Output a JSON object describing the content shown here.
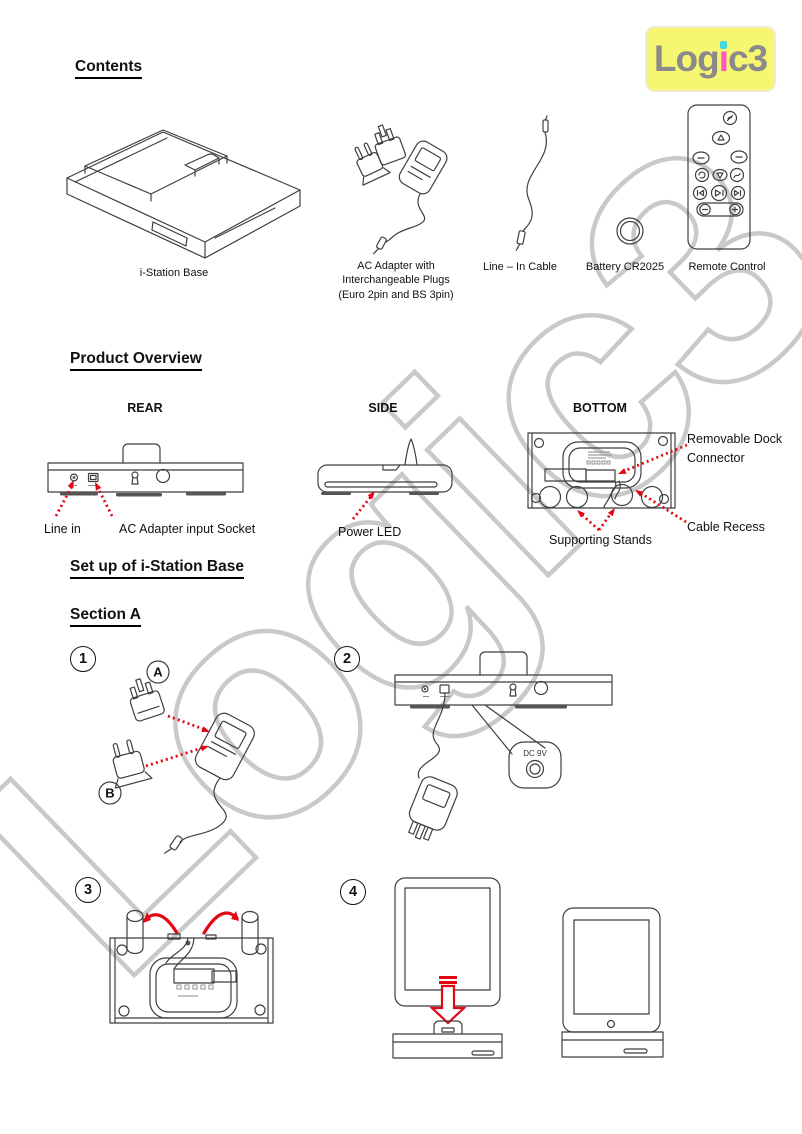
{
  "logo": {
    "part1": "Log",
    "part2": "i",
    "part3": "c3"
  },
  "watermark": {
    "text": "Logic3"
  },
  "headings": {
    "contents": "Contents",
    "product_overview": "Product Overview",
    "setup": "Set up of i-Station Base",
    "section_a": "Section A"
  },
  "contents_items": [
    {
      "caption": "i-Station Base"
    },
    {
      "caption": "AC Adapter with\nInterchangeable Plugs\n(Euro 2pin and BS 3pin)"
    },
    {
      "caption": "Line – In Cable"
    },
    {
      "caption": "Battery CR2025"
    },
    {
      "caption": "Remote Control"
    }
  ],
  "overview": {
    "views": [
      {
        "label": "REAR"
      },
      {
        "label": "SIDE"
      },
      {
        "label": "BOTTOM"
      }
    ],
    "callouts": {
      "line_in": "Line in",
      "ac_input": "AC Adapter input Socket",
      "power_led": "Power LED",
      "dock_connector": "Removable Dock\nConnector",
      "cable_recess": "Cable Recess",
      "supporting_stands": "Supporting Stands"
    }
  },
  "setup_steps": {
    "step1": "1",
    "step2": "2",
    "step3": "3",
    "step4": "4",
    "plug_a": "A",
    "plug_b": "B",
    "dc_socket_label": "DC 9V"
  },
  "colors": {
    "accent_red": "#e30613",
    "logo_background": "#f7f670",
    "logo_text": "#8a8a8a",
    "logo_i": "#ff54c8",
    "logo_i_dot": "#43d9e0",
    "watermark_gray": "#c9c9c9",
    "line_art": "#3f3f3f"
  }
}
